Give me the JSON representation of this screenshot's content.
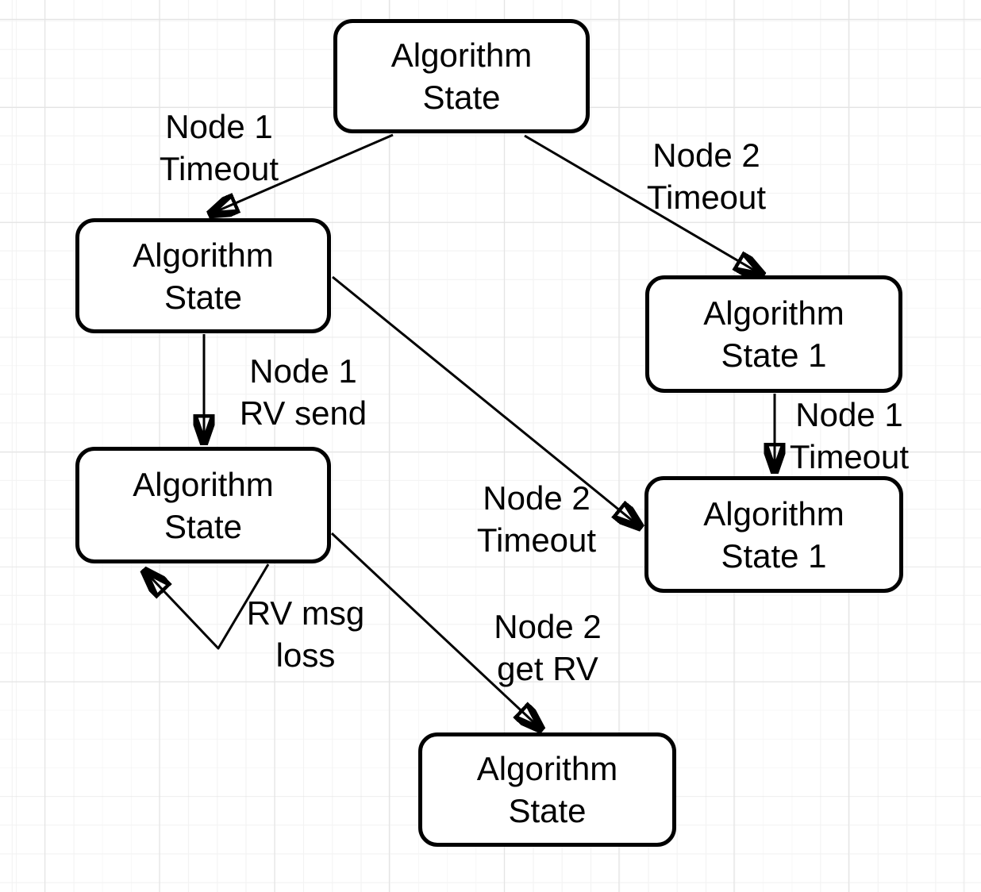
{
  "diagram": {
    "title": "Algorithm state transition diagram",
    "colors": {
      "stroke": "#000000",
      "node_fill": "#ffffff",
      "text": "#000000",
      "canvas": "#ffffff",
      "grid_minor": "#f3f3f3",
      "grid_major": "#e4e4e4"
    },
    "nodes": [
      {
        "id": "state-top",
        "line1": "Algorithm",
        "line2": "State"
      },
      {
        "id": "state-left",
        "line1": "Algorithm",
        "line2": "State"
      },
      {
        "id": "state1-right-top",
        "line1": "Algorithm",
        "line2": "State 1"
      },
      {
        "id": "state-left-lower",
        "line1": "Algorithm",
        "line2": "State"
      },
      {
        "id": "state1-right-lower",
        "line1": "Algorithm",
        "line2": "State 1"
      },
      {
        "id": "state-bottom",
        "line1": "Algorithm",
        "line2": "State"
      }
    ],
    "edge_labels": [
      {
        "edge": "state-top to state-left",
        "line1": "Node 1",
        "line2": "Timeout"
      },
      {
        "edge": "state-top to state1-right-top",
        "line1": "Node 2",
        "line2": "Timeout"
      },
      {
        "edge": "state-left to state-left-lower",
        "line1": "Node 1",
        "line2": "RV send"
      },
      {
        "edge": "state1-right-top to state1-right-lower",
        "line1": "Node 1",
        "line2": "Timeout"
      },
      {
        "edge": "state-left to state1-right-lower",
        "line1": "Node 2",
        "line2": "Timeout"
      },
      {
        "edge": "state-left-lower self loop",
        "line1": "RV msg",
        "line2": "loss"
      },
      {
        "edge": "state-left-lower to state-bottom",
        "line1": "Node 2",
        "line2": "get RV"
      }
    ]
  }
}
